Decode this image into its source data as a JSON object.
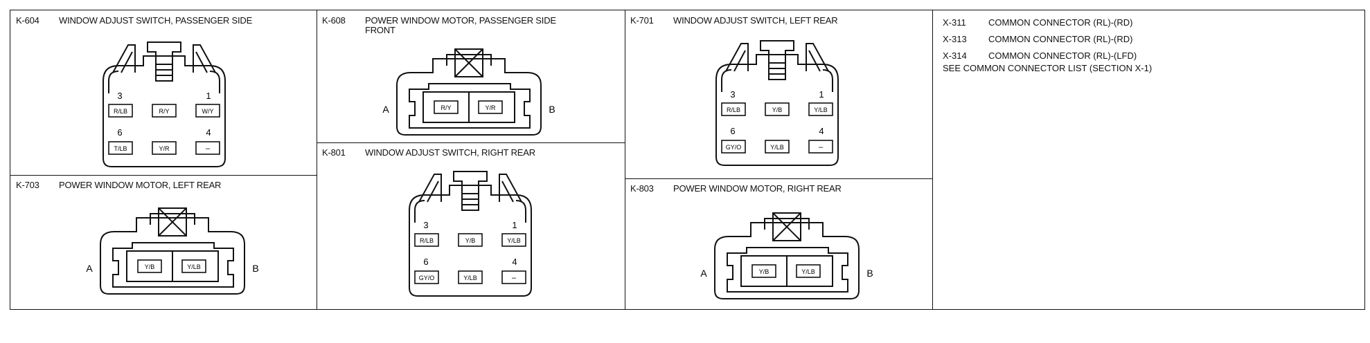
{
  "switch_k604": {
    "code": "K-604",
    "title": "WINDOW ADJUST SWITCH, PASSENGER SIDE",
    "pins": {
      "p3": "3",
      "p1": "1",
      "p6": "6",
      "p4": "4"
    },
    "wires": {
      "top_left": "R/LB",
      "top_mid": "R/Y",
      "top_right": "W/Y",
      "bot_left": "T/LB",
      "bot_mid": "Y/R",
      "bot_right": "–"
    }
  },
  "motor_k703": {
    "code": "K-703",
    "title": "POWER WINDOW MOTOR,  LEFT REAR",
    "side_left": "A",
    "side_right": "B",
    "wires": {
      "left": "Y/B",
      "right": "Y/LB"
    }
  },
  "motor_k608": {
    "code": "K-608",
    "title_line1": "POWER WINDOW MOTOR,  PASSENGER SIDE",
    "title_line2": "FRONT",
    "side_left": "A",
    "side_right": "B",
    "wires": {
      "left": "R/Y",
      "right": "Y/R"
    }
  },
  "switch_k801": {
    "code": "K-801",
    "title": "WINDOW ADJUST SWITCH, RIGHT REAR",
    "pins": {
      "p3": "3",
      "p1": "1",
      "p6": "6",
      "p4": "4"
    },
    "wires": {
      "top_left": "R/LB",
      "top_mid": "Y/B",
      "top_right": "Y/LB",
      "bot_left": "GY/O",
      "bot_mid": "Y/LB",
      "bot_right": "–"
    }
  },
  "switch_k701": {
    "code": "K-701",
    "title": "WINDOW ADJUST SWITCH, LEFT REAR",
    "pins": {
      "p3": "3",
      "p1": "1",
      "p6": "6",
      "p4": "4"
    },
    "wires": {
      "top_left": "R/LB",
      "top_mid": "Y/B",
      "top_right": "Y/LB",
      "bot_left": "GY/O",
      "bot_mid": "Y/LB",
      "bot_right": "–"
    }
  },
  "motor_k803": {
    "code": "K-803",
    "title": "POWER WINDOW MOTOR,  RIGHT REAR",
    "side_left": "A",
    "side_right": "B",
    "wires": {
      "left": "Y/B",
      "right": "Y/LB"
    }
  },
  "common_connectors": {
    "rows": [
      {
        "code": "X-311",
        "desc": "COMMON CONNECTOR (RL)-(RD)"
      },
      {
        "code": "X-313",
        "desc": "COMMON CONNECTOR (RL)-(RD)"
      },
      {
        "code": "X-314",
        "desc": "COMMON CONNECTOR (RL)-(LFD)"
      }
    ],
    "note": "SEE COMMON CONNECTOR LIST   (SECTION X-1)"
  }
}
